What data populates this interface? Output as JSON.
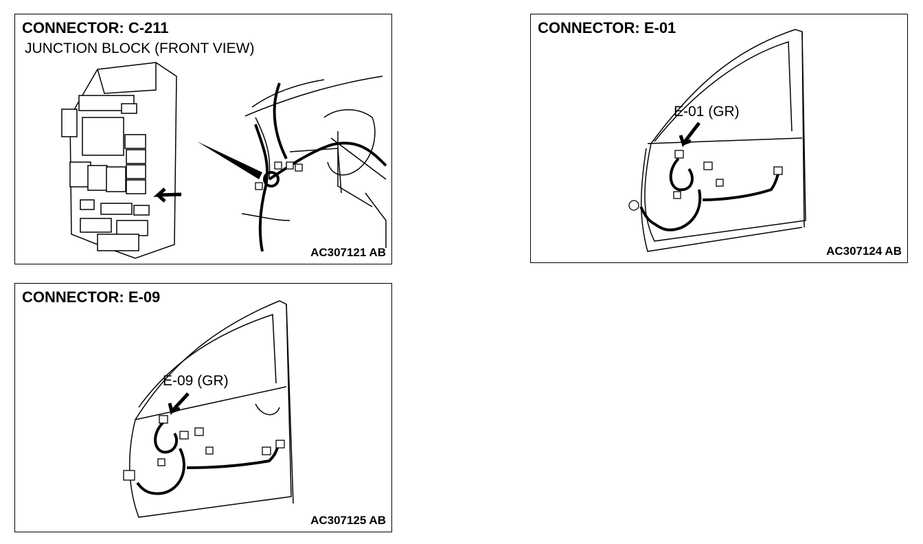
{
  "panels": [
    {
      "title": "CONNECTOR: C-211",
      "subtitle": "JUNCTION BLOCK (FRONT VIEW)",
      "code": "AC307121 AB"
    },
    {
      "title": "CONNECTOR: E-01",
      "callout": "E-01 (GR)",
      "code": "AC307124 AB"
    },
    {
      "title": "CONNECTOR: E-09",
      "callout": "E-09 (GR)",
      "code": "AC307125 AB"
    }
  ]
}
